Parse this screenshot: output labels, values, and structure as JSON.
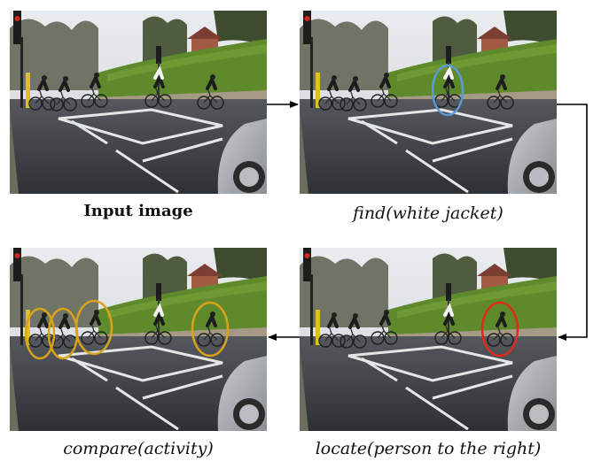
{
  "panels": [
    {
      "id": "input",
      "caption": "Input image",
      "caption_style": "bold",
      "highlight_color": "",
      "highlight_count": 0
    },
    {
      "id": "find",
      "caption": "find(white jacket)",
      "caption_style": "math",
      "highlight_color": "#5b9bd5",
      "highlight_count": 1
    },
    {
      "id": "locate",
      "caption": "locate(person to the right)",
      "caption_style": "math",
      "highlight_color": "#e02a20",
      "highlight_count": 1
    },
    {
      "id": "compare",
      "caption": "compare(activity)",
      "caption_style": "math",
      "highlight_color": "#d9a21b",
      "highlight_count": 4
    }
  ],
  "flow": [
    "input",
    "find",
    "locate",
    "compare"
  ],
  "colors": {
    "arrow": "#000000"
  }
}
